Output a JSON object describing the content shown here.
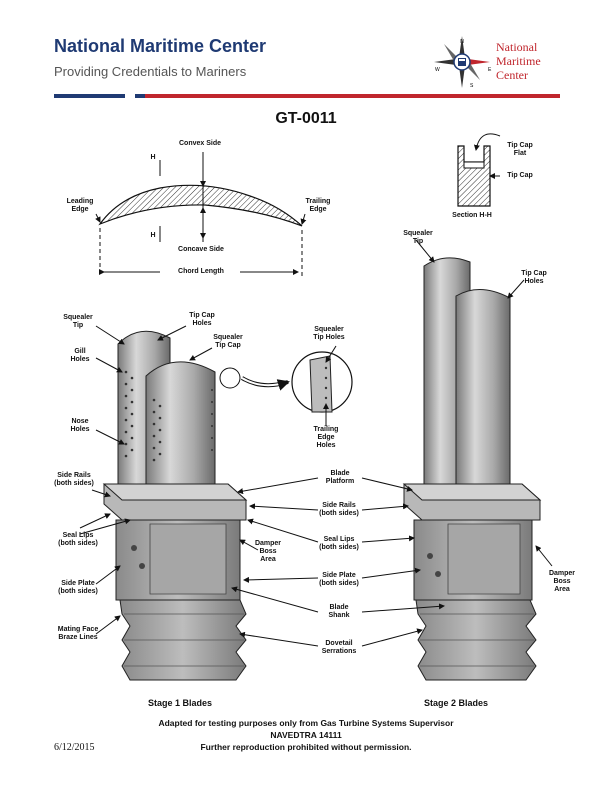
{
  "header": {
    "title": "National Maritime Center",
    "subtitle": "Providing Credentials to Mariners",
    "logo_line1": "National",
    "logo_line2": "Maritime",
    "logo_line3": "Center",
    "compass_n": "N",
    "compass_w": "W",
    "compass_e": "E",
    "compass_s": "S"
  },
  "document": {
    "title": "GT-0011"
  },
  "airfoil_labels": {
    "convex_side": "Convex Side",
    "h_top": "H",
    "leading_edge_1": "Leading",
    "leading_edge_2": "Edge",
    "trailing_edge_1": "Trailing",
    "trailing_edge_2": "Edge",
    "h_bottom": "H",
    "concave_side": "Concave Side",
    "chord_length": "Chord Length"
  },
  "section_labels": {
    "tip_cap_flat_1": "Tip Cap",
    "tip_cap_flat_2": "Flat",
    "tip_cap": "Tip Cap",
    "section_title": "Section H-H"
  },
  "stage1_labels": {
    "squealer_tip_1": "Squealer",
    "squealer_tip_2": "Tip",
    "tip_cap_holes_1": "Tip Cap",
    "tip_cap_holes_2": "Holes",
    "squealer_tip_cap_1": "Squealer",
    "squealer_tip_cap_2": "Tip Cap",
    "gill_holes_1": "Gill",
    "gill_holes_2": "Holes",
    "nose_holes_1": "Nose",
    "nose_holes_2": "Holes",
    "side_rails_1": "Side Rails",
    "side_rails_2": "(both sides)",
    "seal_lips_1": "Seal Lips",
    "seal_lips_2": "(both sides)",
    "side_plate_1": "Side Plate",
    "side_plate_2": "(both sides)",
    "mating_face_1": "Mating Face",
    "mating_face_2": "Braze Lines",
    "damper_boss_1": "Damper",
    "damper_boss_2": "Boss",
    "damper_boss_3": "Area",
    "stage_title": "Stage 1 Blades"
  },
  "detail_labels": {
    "squealer_tip_holes_1": "Squealer",
    "squealer_tip_holes_2": "Tip Holes",
    "trailing_edge_holes_1": "Trailing",
    "trailing_edge_holes_2": "Edge",
    "trailing_edge_holes_3": "Holes"
  },
  "center_labels": {
    "blade_platform_1": "Blade",
    "blade_platform_2": "Platform",
    "side_rails_1": "Side Rails",
    "side_rails_2": "(both sides)",
    "seal_lips_1": "Seal Lips",
    "seal_lips_2": "(both sides)",
    "side_plate_1": "Side Plate",
    "side_plate_2": "(both sides)",
    "blade_shank_1": "Blade",
    "blade_shank_2": "Shank",
    "dovetail_1": "Dovetail",
    "dovetail_2": "Serrations"
  },
  "stage2_labels": {
    "squealer_tip_1": "Squealer",
    "squealer_tip_2": "Tip",
    "tip_cap_holes_1": "Tip Cap",
    "tip_cap_holes_2": "Holes",
    "damper_boss_1": "Damper",
    "damper_boss_2": "Boss",
    "damper_boss_3": "Area",
    "stage_title": "Stage 2 Blades"
  },
  "footer": {
    "line1": "Adapted for testing purposes only from Gas Turbine Systems Supervisor",
    "line2": "NAVEDTRA 14111",
    "line3": "Further reproduction prohibited without permission.",
    "date": "6/12/2015"
  },
  "colors": {
    "brand_blue": "#1f3a73",
    "brand_red": "#c0262d",
    "metal_light": "#c9c9c9",
    "metal_mid": "#9a9a9a",
    "metal_dark": "#6e6e6e"
  }
}
